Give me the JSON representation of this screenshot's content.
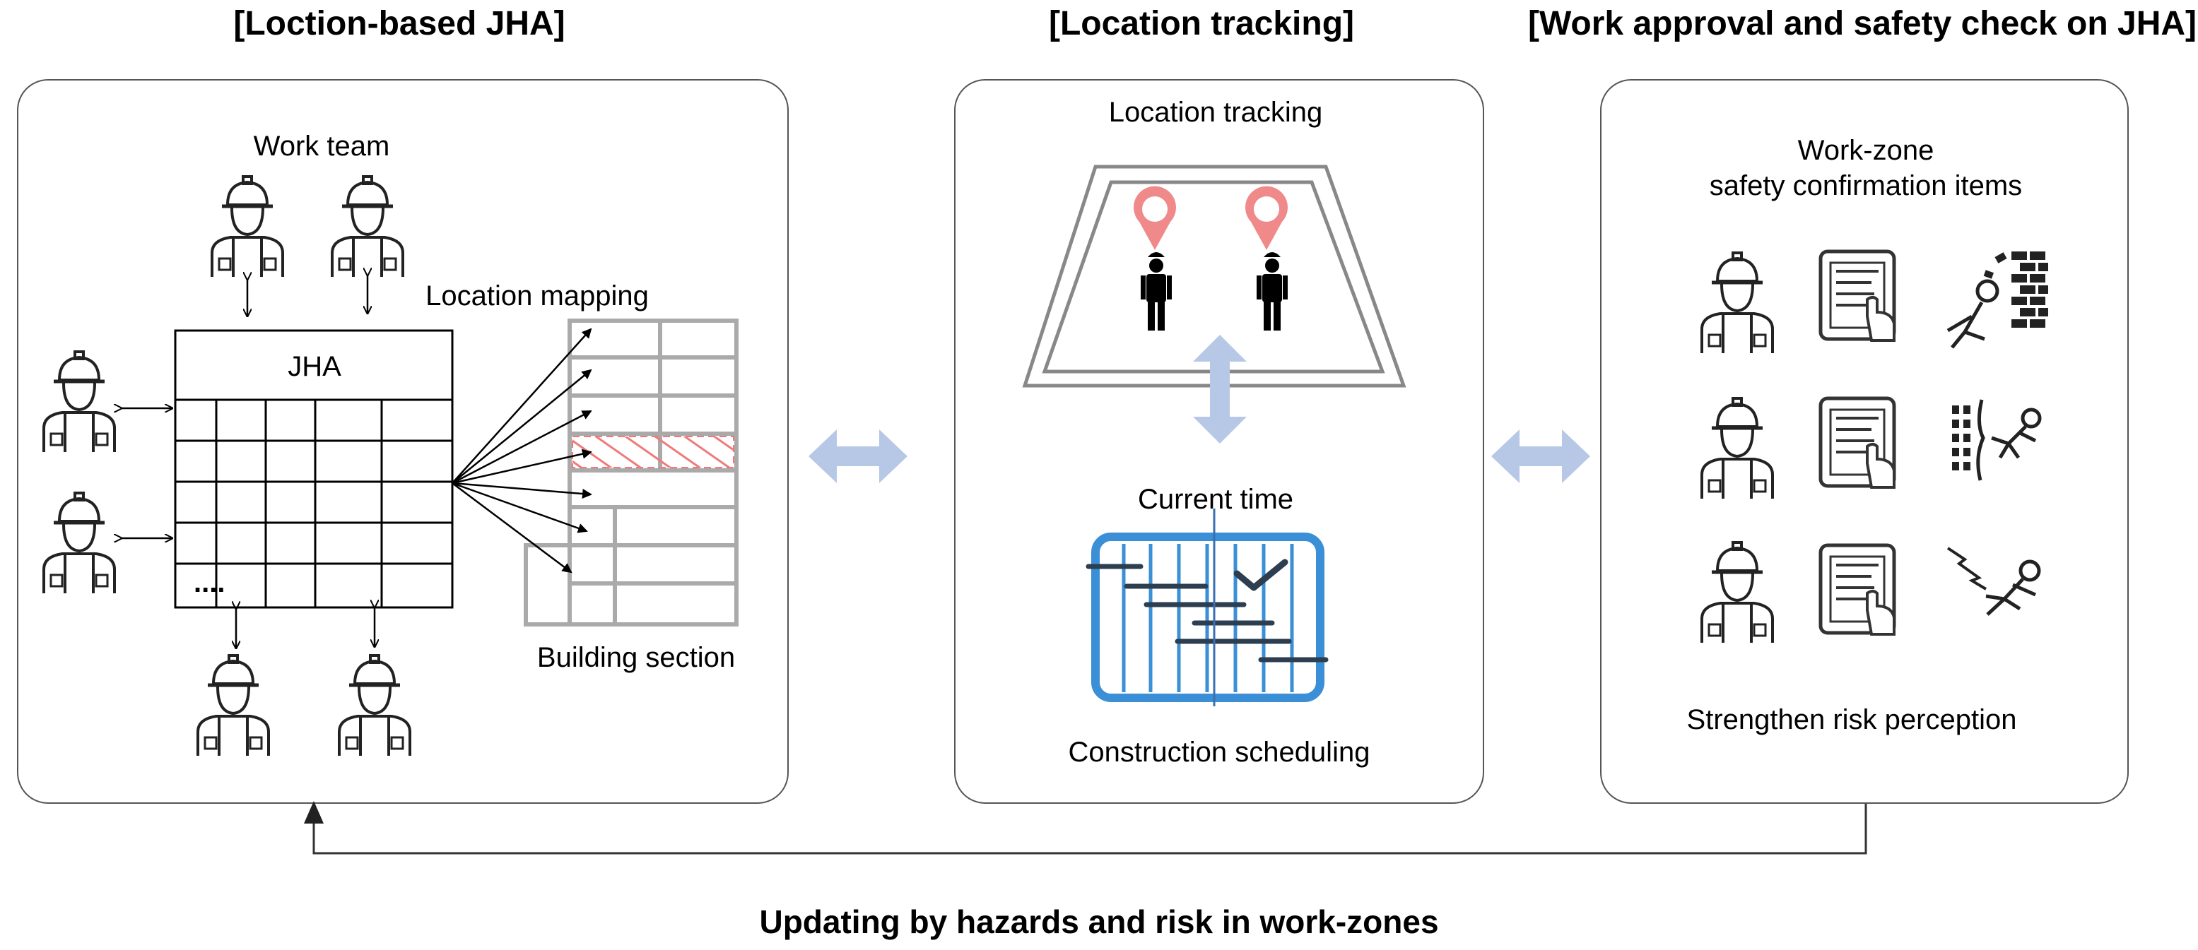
{
  "headings": {
    "jha": "[Loction-based JHA]",
    "tracking": "[Location tracking]",
    "approval": "[Work approval and safety check on JHA]"
  },
  "panel_jha": {
    "work_team": "Work team",
    "location_mapping": "Location mapping",
    "jha": "JHA",
    "ellipsis": "....",
    "building_section": "Building section"
  },
  "panel_tracking": {
    "title": "Location tracking",
    "current_time": "Current time",
    "scheduling": "Construction scheduling"
  },
  "panel_approval": {
    "title_line1": "Work-zone",
    "title_line2": "safety confirmation items",
    "footer": "Strengthen risk perception"
  },
  "feedback": "Updating by hazards and risk in work-zones",
  "colors": {
    "pin": "#f08a8a",
    "double_arrow": "#b7c8e6",
    "schedule_blue": "#3a8fd6",
    "hatch": "#f07a7a",
    "border": "#555555"
  }
}
